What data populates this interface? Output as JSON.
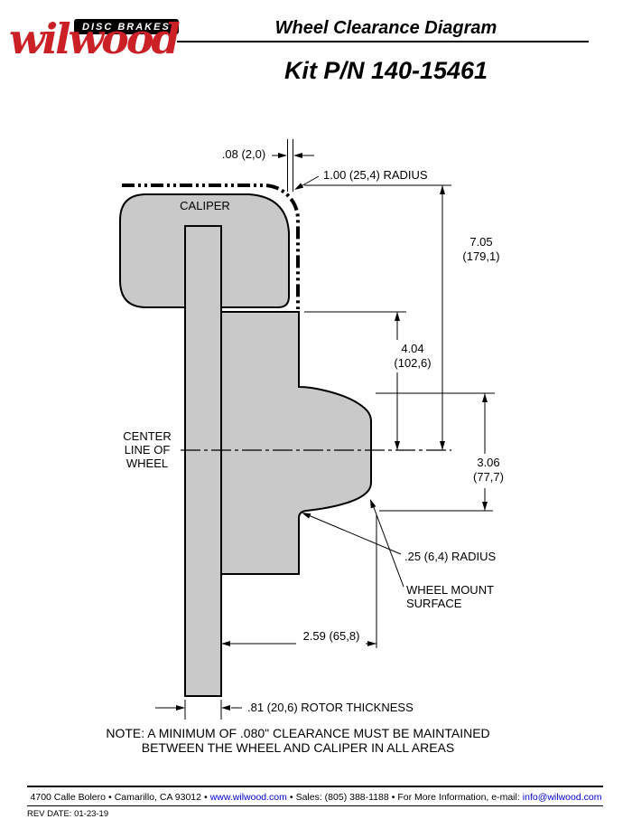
{
  "header": {
    "brand": {
      "badge": "DISC BRAKES",
      "logo_text": "wilwood"
    },
    "title": "Wheel Clearance Diagram",
    "kit_number": "Kit P/N 140-15461"
  },
  "diagram": {
    "caliper_label": "CALIPER",
    "centerline": [
      "CENTER",
      "LINE OF",
      "WHEEL"
    ],
    "dims": {
      "clearance": ".08 (2,0)",
      "top_radius": "1.00 (25,4) RADIUS",
      "overall_height": [
        "7.05",
        "(179,1)"
      ],
      "hat_height": [
        "4.04",
        "(102,6)"
      ],
      "mount_height": [
        "3.06",
        "(77,7)"
      ],
      "inner_radius": ".25 (6,4) RADIUS",
      "wheel_mount_surface": [
        "WHEEL MOUNT",
        "SURFACE"
      ],
      "mount_depth": "2.59 (65,8)",
      "rotor_thickness": ".81 (20,6) ROTOR THICKNESS"
    },
    "note": [
      "NOTE: A MINIMUM OF .080\" CLEARANCE MUST BE MAINTAINED",
      "BETWEEN THE WHEEL AND CALIPER IN ALL AREAS"
    ]
  },
  "footer": {
    "address": "4700 Calle Bolero",
    "city": "Camarillo, CA 93012",
    "website": "www.wilwood.com",
    "sales": "Sales: (805) 388-1188",
    "info_label": "For More Information, e-mail:",
    "email": "info@wilwood.com",
    "bullet": "•",
    "rev_date": "REV DATE:  01-23-19"
  },
  "colors": {
    "brand_red": "#cc2027",
    "link_blue": "#0000cc",
    "shape_gray": "#c9c9c9"
  }
}
